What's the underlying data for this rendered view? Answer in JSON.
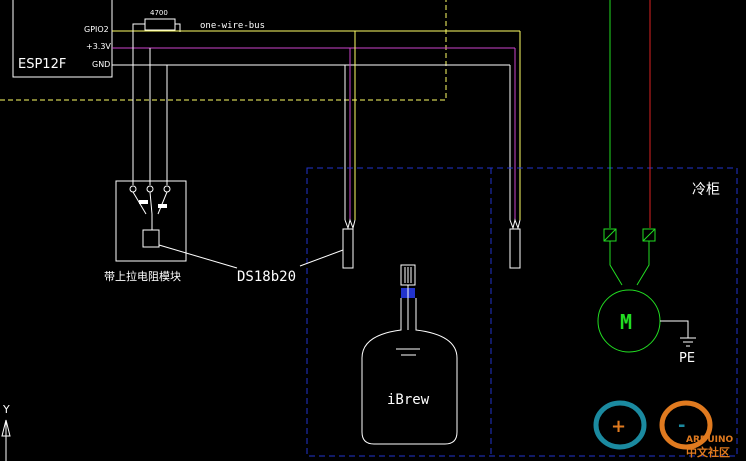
{
  "controller": {
    "name": "ESP12F",
    "pins": [
      "GPIO2",
      "+3.3V",
      "GND"
    ]
  },
  "resistor": {
    "value": "4700"
  },
  "bus": {
    "label": "one-wire-bus"
  },
  "pullup_module": {
    "label": "带上拉电阻模块"
  },
  "sensor": {
    "label": "DS18b20"
  },
  "fridge": {
    "label": "冷柜"
  },
  "vessel": {
    "label": "iBrew"
  },
  "motor": {
    "symbol": "M",
    "ground_label": "PE"
  },
  "axis": {
    "label": "Y"
  },
  "watermark": {
    "brand": "ARDUINO",
    "subtitle": "中文社区"
  },
  "colors": {
    "background": "#000000",
    "wire_signal": "#ffff66",
    "wire_power": "#cc44cc",
    "wire_ground": "#ffffff",
    "enclosure": "#2233cc",
    "controller_border": "#ffff66",
    "motor": "#22dd22",
    "motor_feed": "#dd2222",
    "text": "#ffffff"
  }
}
